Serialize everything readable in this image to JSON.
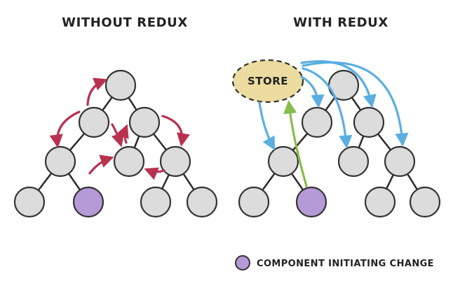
{
  "left_title": "WITHOUT REDUX",
  "right_title": "WITH REDUX",
  "store_label": "STORE",
  "legend_label": "COMPONENT INITIATING CHANGE",
  "colors": {
    "node_fill": "#dcdcdc",
    "initiator_fill": "#b49ad6",
    "store_fill": "#ecdca0",
    "red_arrow": "#b8314f",
    "blue_arrow": "#5aaee0",
    "green_arrow": "#86bd4c",
    "edge": "#2b2b2b"
  },
  "icons": {
    "legend_marker": "purple-circle-icon"
  }
}
